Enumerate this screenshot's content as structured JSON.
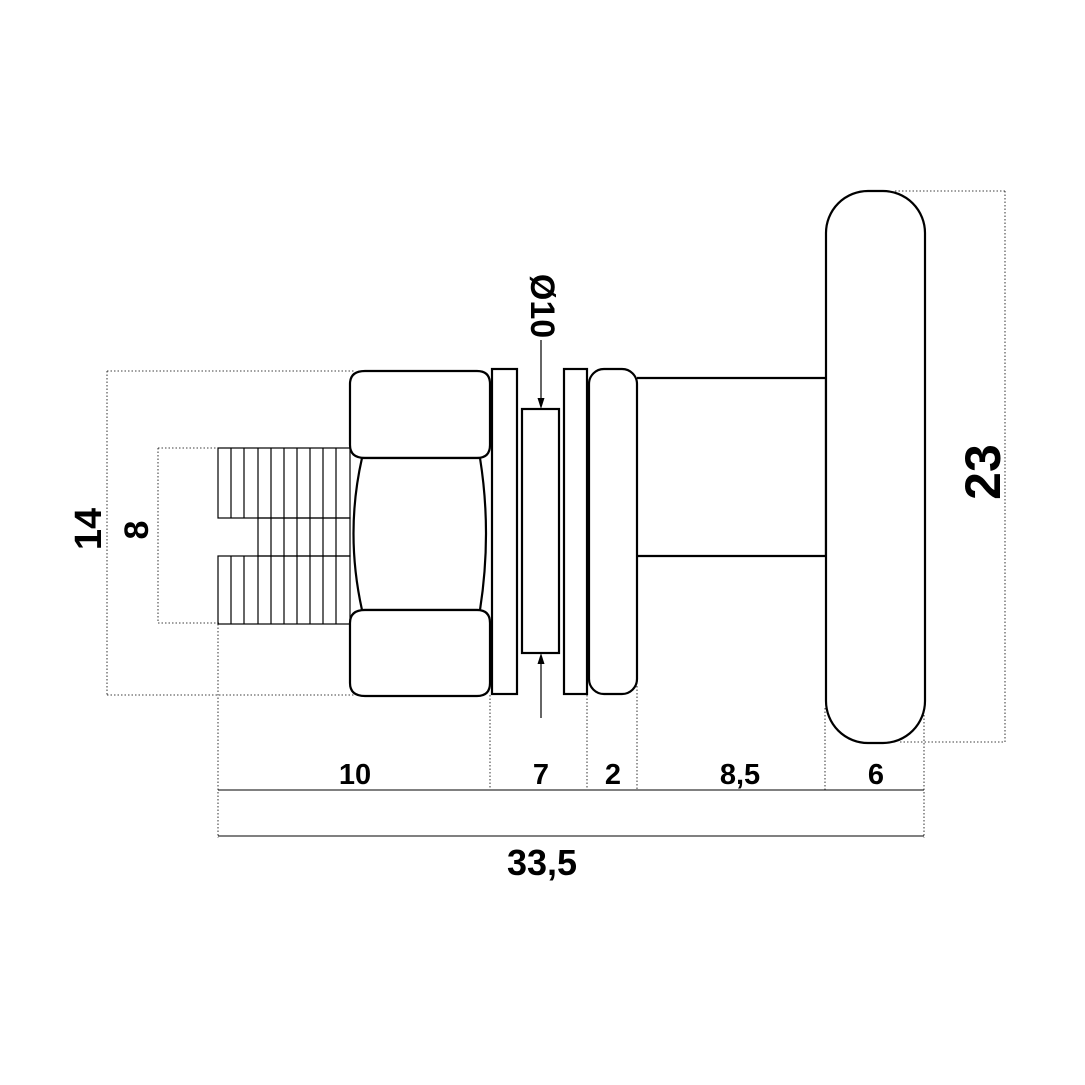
{
  "dimensions": {
    "segment_10": "10",
    "segment_7": "7",
    "segment_2": "2",
    "segment_8_5": "8,5",
    "segment_6": "6",
    "total_length": "33,5",
    "height_14": "14",
    "height_8": "8",
    "height_23": "23",
    "diameter": "Ø10"
  }
}
